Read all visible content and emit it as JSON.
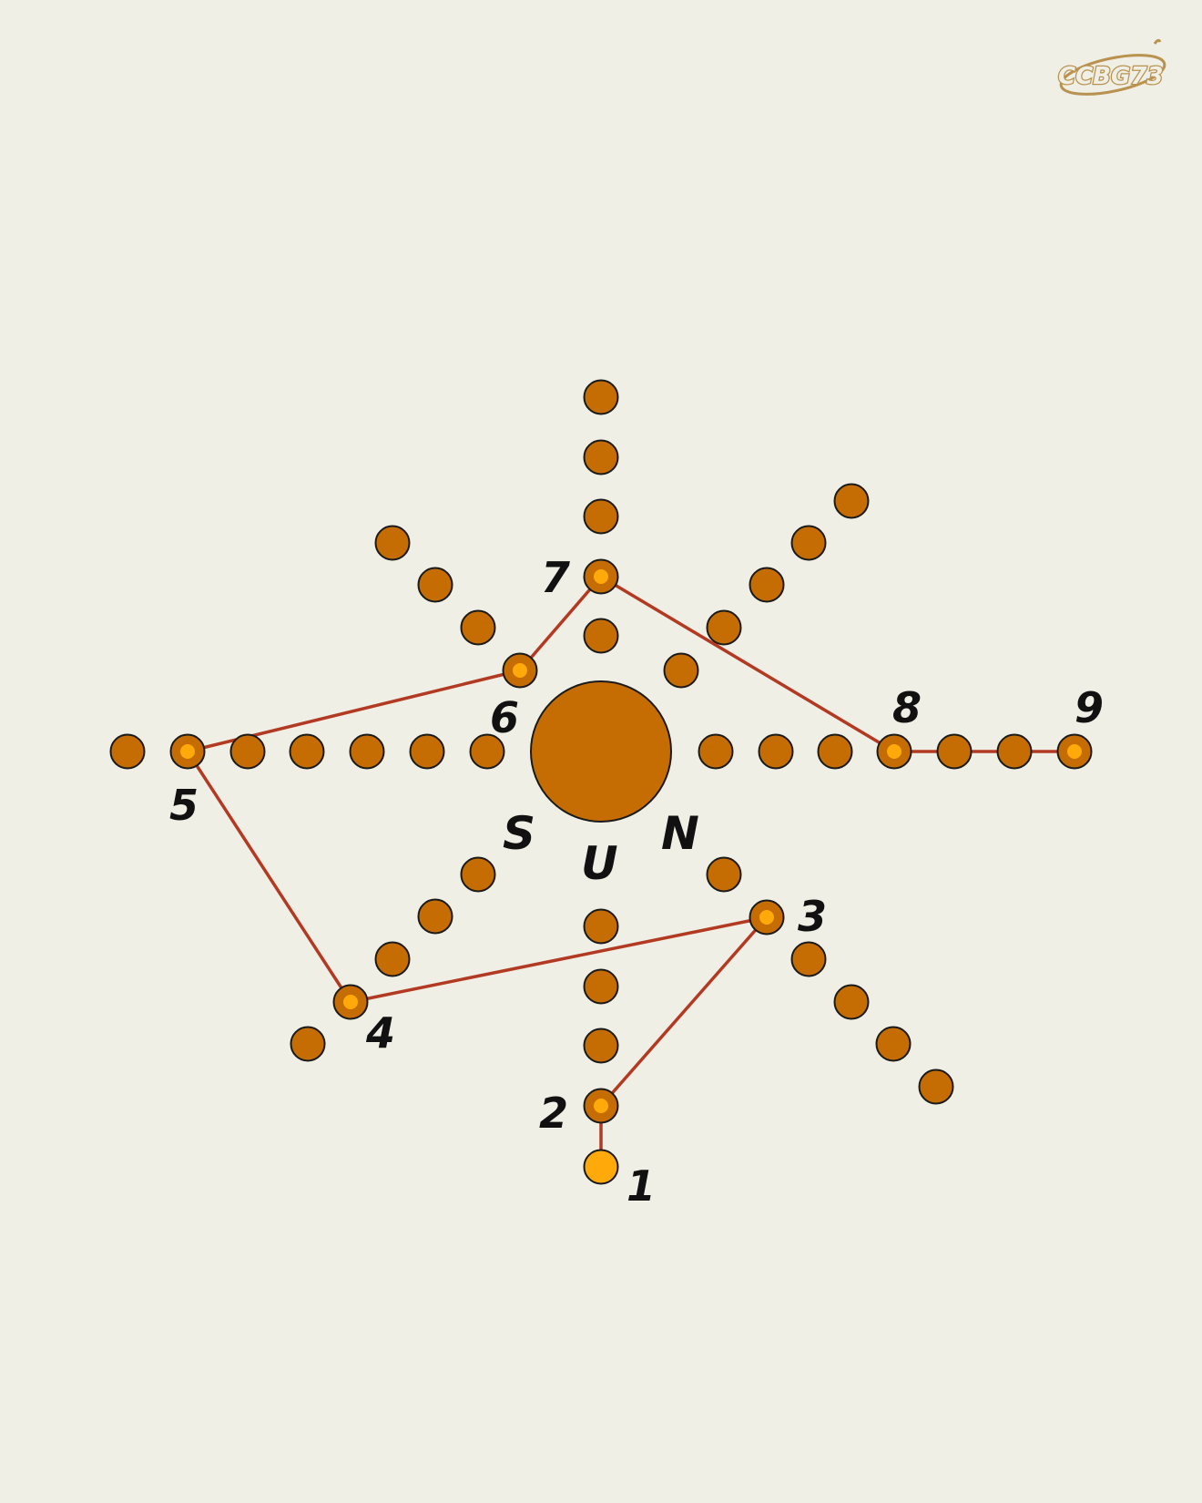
{
  "logo": {
    "text": "CCBG73"
  },
  "puzzle": {
    "center_letters": [
      "S",
      "U",
      "N"
    ],
    "numbers": [
      "1",
      "2",
      "3",
      "4",
      "5",
      "6",
      "7",
      "8",
      "9"
    ]
  },
  "colors": {
    "background": "#f0efe6",
    "dot_fill": "#c56d02",
    "dot_stroke": "#1a1a1a",
    "active_center": "#ffa90a",
    "line": "#b33a22",
    "logo": "#b8924e"
  }
}
